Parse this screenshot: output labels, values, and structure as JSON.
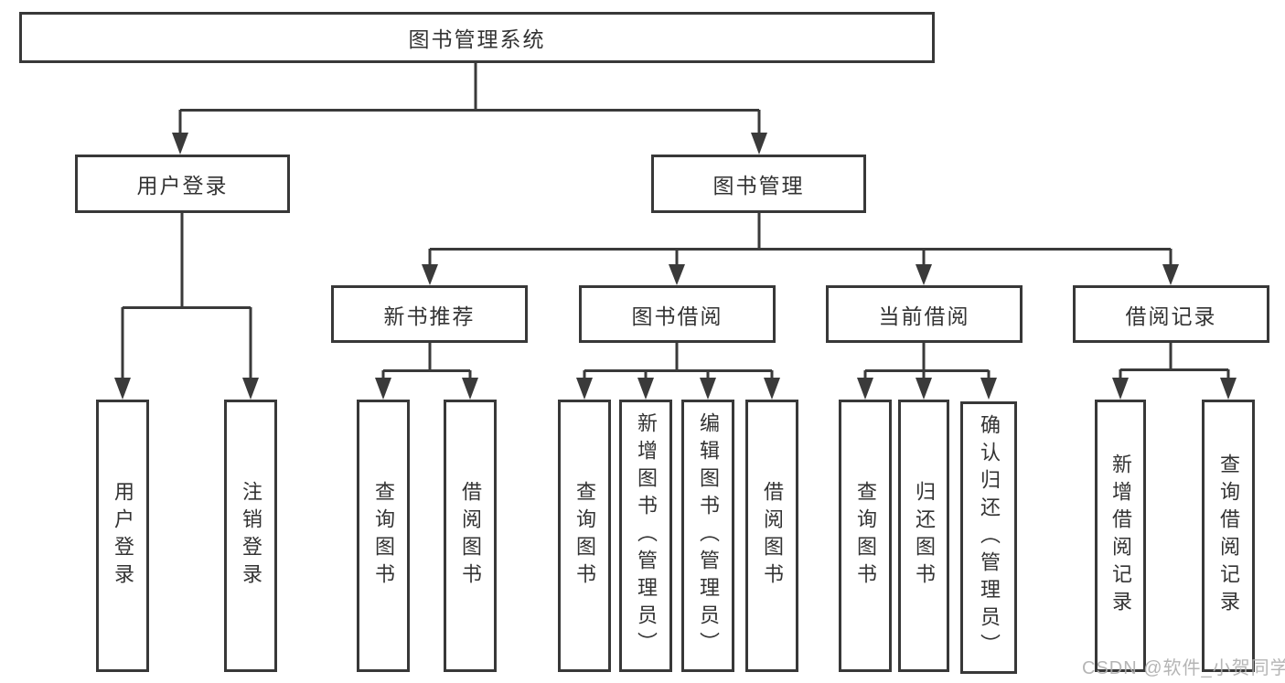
{
  "root": {
    "label": "图书管理系统"
  },
  "level2": {
    "user_login": {
      "label": "用户登录"
    },
    "book_mgmt": {
      "label": "图书管理"
    }
  },
  "level3": {
    "new_books": {
      "label": "新书推荐"
    },
    "borrow": {
      "label": "图书借阅"
    },
    "current": {
      "label": "当前借阅"
    },
    "records": {
      "label": "借阅记录"
    }
  },
  "leaves": {
    "user_login": [
      "用户登录",
      "注销登录"
    ],
    "new_books": [
      "查询图书",
      "借阅图书"
    ],
    "borrow": [
      "查询图书",
      "新增图书（管理员）",
      "编辑图书（管理员）",
      "借阅图书"
    ],
    "current": [
      "查询图书",
      "归还图书",
      "确认归还（管理员）"
    ],
    "records": [
      "新增借阅记录",
      "查询借阅记录"
    ]
  },
  "watermark": "CSDN @软件_小贺同学",
  "colors": {
    "line": "#3a3a3a",
    "border": "#383838",
    "text": "#333333",
    "watermark": "#aeaeae",
    "background": "#ffffff"
  }
}
